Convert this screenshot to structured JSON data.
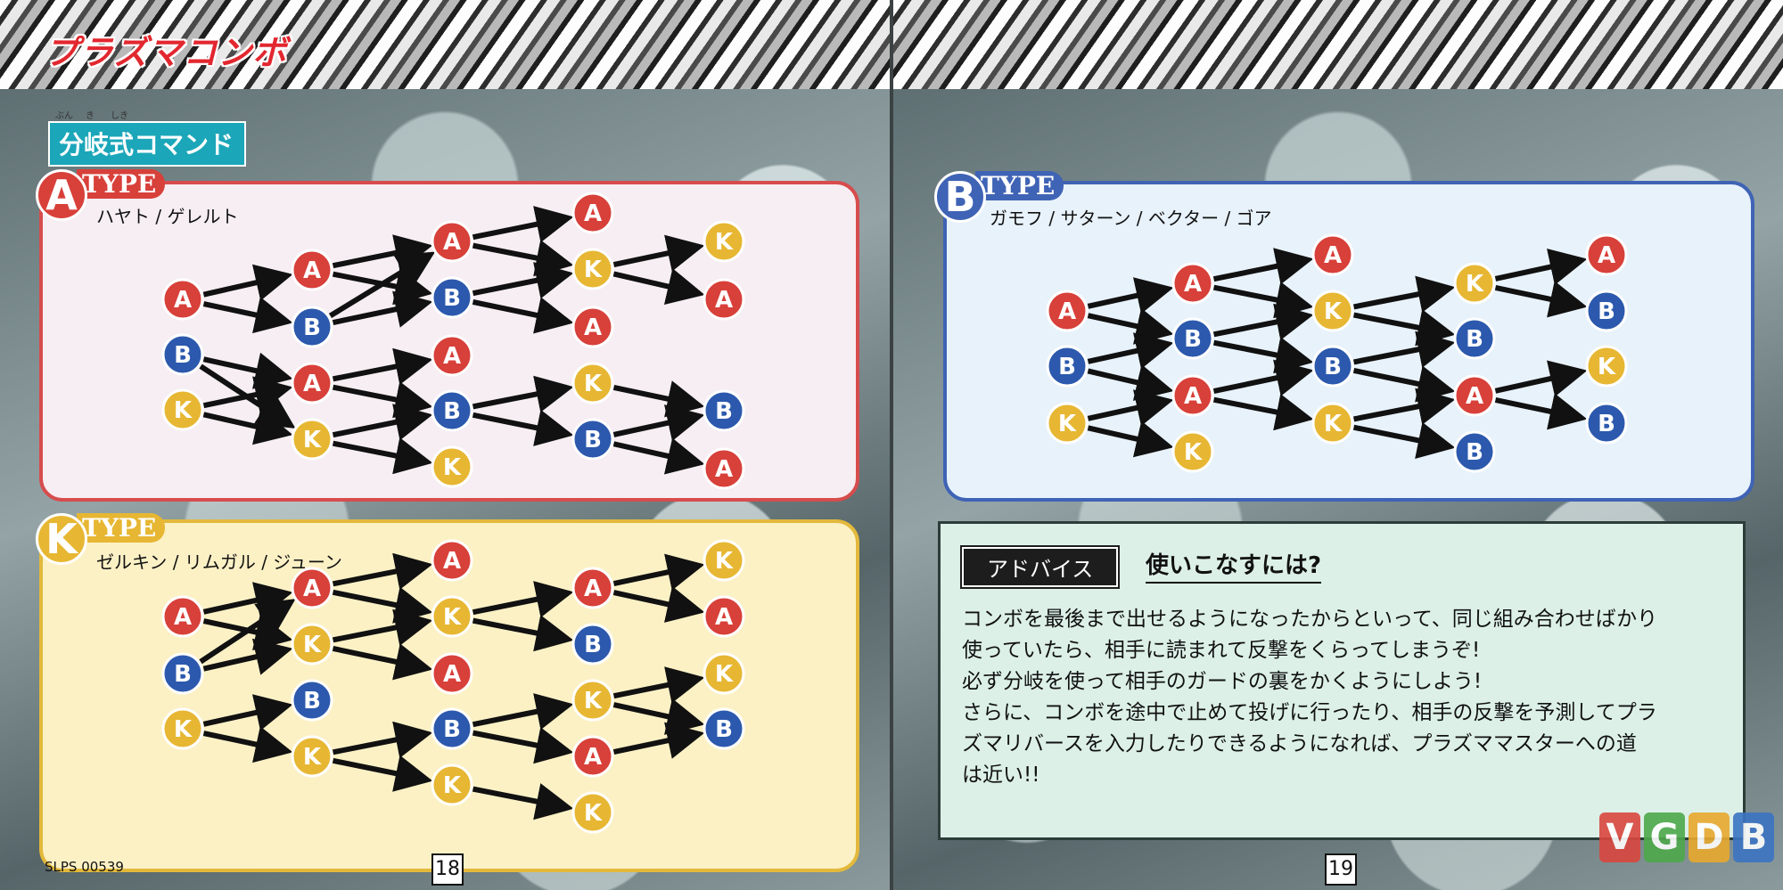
{
  "left": {
    "title": "プラズマコンボ",
    "section_label": "分岐式コマンド",
    "section_ruby": [
      "ぶん",
      "き",
      "しき"
    ],
    "page_number": "18",
    "product_code": "SLPS 00539",
    "panel_a": {
      "letter": "A",
      "word": "TYPE",
      "characters": "ハヤト / ゲレルト"
    },
    "panel_k": {
      "letter": "K",
      "word": "TYPE",
      "characters": "ゼルキン / リムガル / ジューン"
    }
  },
  "right": {
    "page_number": "19",
    "panel_b": {
      "letter": "B",
      "word": "TYPE",
      "characters": "ガモフ / サターン / ベクター / ゴア"
    },
    "advice": {
      "tag": "アドバイス",
      "heading": "使いこなすには?",
      "lines": [
        "コンボを最後まで出せるようになったからといって、同じ組み合わせばかり",
        "使っていたら、相手に読まれて反撃をくらってしまうぞ!",
        "必ず分岐を使って相手のガードの裏をかくようにしよう!",
        "さらに、コンボを途中で止めて投げに行ったり、相手の反撃を予測してプラ",
        "ズマリバースを入力したりできるようになれば、プラズママスターへの道",
        "は近い!!"
      ]
    },
    "logo": [
      "V",
      "G",
      "D",
      "B"
    ]
  },
  "colors": {
    "A": "#d8403a",
    "B": "#2c59ad",
    "K": "#e7b733",
    "red_border": "#d74c4d",
    "yellow_border": "#e3b93c",
    "blue_border": "#3f63b5"
  },
  "trees": {
    "a_type": {
      "nodes": [
        {
          "id": "a1",
          "label": "A"
        },
        {
          "id": "a2",
          "label": "B"
        },
        {
          "id": "a3",
          "label": "K"
        },
        {
          "id": "a4",
          "label": "A"
        },
        {
          "id": "a5",
          "label": "B"
        },
        {
          "id": "a6",
          "label": "A"
        },
        {
          "id": "a7",
          "label": "K"
        },
        {
          "id": "a8",
          "label": "A"
        },
        {
          "id": "a9",
          "label": "B"
        },
        {
          "id": "a10",
          "label": "A"
        },
        {
          "id": "a11",
          "label": "B"
        },
        {
          "id": "a12",
          "label": "K"
        },
        {
          "id": "a13",
          "label": "A"
        },
        {
          "id": "a14",
          "label": "K"
        },
        {
          "id": "a15",
          "label": "A"
        },
        {
          "id": "a16",
          "label": "K"
        },
        {
          "id": "a17",
          "label": "B"
        },
        {
          "id": "a18",
          "label": "K"
        },
        {
          "id": "a19",
          "label": "A"
        },
        {
          "id": "a20",
          "label": "B"
        },
        {
          "id": "a21",
          "label": "A"
        }
      ],
      "edges": [
        [
          "a1",
          "a4"
        ],
        [
          "a1",
          "a5"
        ],
        [
          "a2",
          "a6"
        ],
        [
          "a2",
          "a7"
        ],
        [
          "a3",
          "a6"
        ],
        [
          "a3",
          "a7"
        ],
        [
          "a4",
          "a8"
        ],
        [
          "a4",
          "a9"
        ],
        [
          "a5",
          "a8"
        ],
        [
          "a5",
          "a9"
        ],
        [
          "a6",
          "a10"
        ],
        [
          "a6",
          "a11"
        ],
        [
          "a7",
          "a11"
        ],
        [
          "a7",
          "a12"
        ],
        [
          "a8",
          "a13"
        ],
        [
          "a8",
          "a14"
        ],
        [
          "a9",
          "a14"
        ],
        [
          "a9",
          "a15"
        ],
        [
          "a11",
          "a16"
        ],
        [
          "a11",
          "a17"
        ],
        [
          "a14",
          "a18"
        ],
        [
          "a14",
          "a19"
        ],
        [
          "a16",
          "a20"
        ],
        [
          "a17",
          "a20"
        ],
        [
          "a17",
          "a21"
        ]
      ]
    },
    "k_type": {
      "nodes": [
        {
          "id": "k1",
          "label": "A"
        },
        {
          "id": "k2",
          "label": "B"
        },
        {
          "id": "k3",
          "label": "K"
        },
        {
          "id": "k4",
          "label": "A"
        },
        {
          "id": "k5",
          "label": "K"
        },
        {
          "id": "k6",
          "label": "B"
        },
        {
          "id": "k7",
          "label": "K"
        },
        {
          "id": "k8",
          "label": "A"
        },
        {
          "id": "k9",
          "label": "K"
        },
        {
          "id": "k10",
          "label": "A"
        },
        {
          "id": "k11",
          "label": "B"
        },
        {
          "id": "k12",
          "label": "K"
        },
        {
          "id": "k13",
          "label": "A"
        },
        {
          "id": "k14",
          "label": "B"
        },
        {
          "id": "k15",
          "label": "K"
        },
        {
          "id": "k16",
          "label": "A"
        },
        {
          "id": "k17",
          "label": "K"
        },
        {
          "id": "k18",
          "label": "K"
        },
        {
          "id": "k19",
          "label": "A"
        },
        {
          "id": "k20",
          "label": "K"
        },
        {
          "id": "k21",
          "label": "B"
        }
      ],
      "edges": [
        [
          "k1",
          "k4"
        ],
        [
          "k1",
          "k5"
        ],
        [
          "k2",
          "k4"
        ],
        [
          "k2",
          "k5"
        ],
        [
          "k3",
          "k6"
        ],
        [
          "k3",
          "k7"
        ],
        [
          "k4",
          "k8"
        ],
        [
          "k4",
          "k9"
        ],
        [
          "k5",
          "k9"
        ],
        [
          "k5",
          "k10"
        ],
        [
          "k7",
          "k11"
        ],
        [
          "k7",
          "k12"
        ],
        [
          "k9",
          "k13"
        ],
        [
          "k9",
          "k14"
        ],
        [
          "k11",
          "k15"
        ],
        [
          "k11",
          "k16"
        ],
        [
          "k12",
          "k17"
        ],
        [
          "k13",
          "k18"
        ],
        [
          "k13",
          "k19"
        ],
        [
          "k15",
          "k20"
        ],
        [
          "k15",
          "k21"
        ],
        [
          "k16",
          "k21"
        ]
      ]
    },
    "b_type": {
      "nodes": [
        {
          "id": "b1",
          "label": "A"
        },
        {
          "id": "b2",
          "label": "B"
        },
        {
          "id": "b3",
          "label": "K"
        },
        {
          "id": "b4",
          "label": "A"
        },
        {
          "id": "b5",
          "label": "B"
        },
        {
          "id": "b6",
          "label": "A"
        },
        {
          "id": "b7",
          "label": "K"
        },
        {
          "id": "b8",
          "label": "A"
        },
        {
          "id": "b9",
          "label": "K"
        },
        {
          "id": "b10",
          "label": "B"
        },
        {
          "id": "b11",
          "label": "K"
        },
        {
          "id": "b12",
          "label": "K"
        },
        {
          "id": "b13",
          "label": "B"
        },
        {
          "id": "b14",
          "label": "A"
        },
        {
          "id": "b15",
          "label": "B"
        },
        {
          "id": "b16",
          "label": "A"
        },
        {
          "id": "b17",
          "label": "B"
        },
        {
          "id": "b18",
          "label": "K"
        },
        {
          "id": "b19",
          "label": "B"
        }
      ],
      "edges": [
        [
          "b1",
          "b4"
        ],
        [
          "b1",
          "b5"
        ],
        [
          "b2",
          "b5"
        ],
        [
          "b2",
          "b6"
        ],
        [
          "b3",
          "b6"
        ],
        [
          "b3",
          "b7"
        ],
        [
          "b4",
          "b8"
        ],
        [
          "b4",
          "b9"
        ],
        [
          "b5",
          "b9"
        ],
        [
          "b5",
          "b10"
        ],
        [
          "b6",
          "b10"
        ],
        [
          "b6",
          "b11"
        ],
        [
          "b9",
          "b12"
        ],
        [
          "b9",
          "b13"
        ],
        [
          "b10",
          "b13"
        ],
        [
          "b10",
          "b14"
        ],
        [
          "b11",
          "b14"
        ],
        [
          "b11",
          "b15"
        ],
        [
          "b12",
          "b16"
        ],
        [
          "b12",
          "b17"
        ],
        [
          "b14",
          "b18"
        ],
        [
          "b14",
          "b19"
        ]
      ]
    }
  }
}
